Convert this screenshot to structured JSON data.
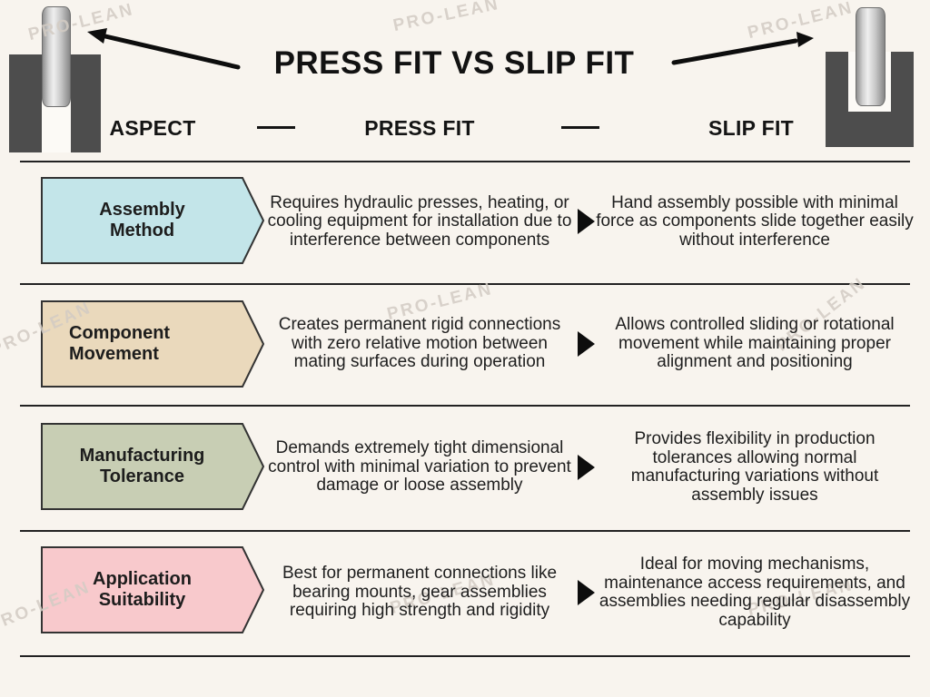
{
  "title": "PRESS FIT VS SLIP FIT",
  "watermark": {
    "text": "PRO-LEAN"
  },
  "header": {
    "aspect": "ASPECT",
    "press": "PRESS FIT",
    "slip": "SLIP FIT"
  },
  "colors": {
    "background": "#f8f4ee",
    "separator_line": "#222222",
    "block_gray": "#4d4d4d",
    "pointer_black": "#0d0d0d"
  },
  "icons": {
    "row_pointer": "triangle-right"
  },
  "rows": [
    {
      "label": "Assembly Method",
      "color": "#c3e5e9",
      "press": "Requires hydraulic presses, heating, or cooling equipment for installation due to interference between components",
      "slip": "Hand assembly possible with minimal force as components slide together easily without interference"
    },
    {
      "label": "Component Movement",
      "color": "#ead9bc",
      "press": "Creates permanent rigid connections with zero relative motion between mating surfaces during operation",
      "slip": "Allows controlled sliding or rotational movement while maintaining proper alignment and positioning"
    },
    {
      "label": "Manufacturing Tolerance",
      "color": "#c8ceb4",
      "press": "Demands extremely tight dimensional control with minimal variation to prevent damage or loose assembly",
      "slip": "Provides flexibility in production tolerances allowing normal manufacturing variations without assembly issues"
    },
    {
      "label": "Application Suitability",
      "color": "#f8c9cc",
      "press": "Best for permanent connections like bearing mounts, gear assemblies requiring high strength and rigidity",
      "slip": "Ideal for moving mechanisms, maintenance access requirements, and assemblies needing regular disassembly capability"
    }
  ]
}
